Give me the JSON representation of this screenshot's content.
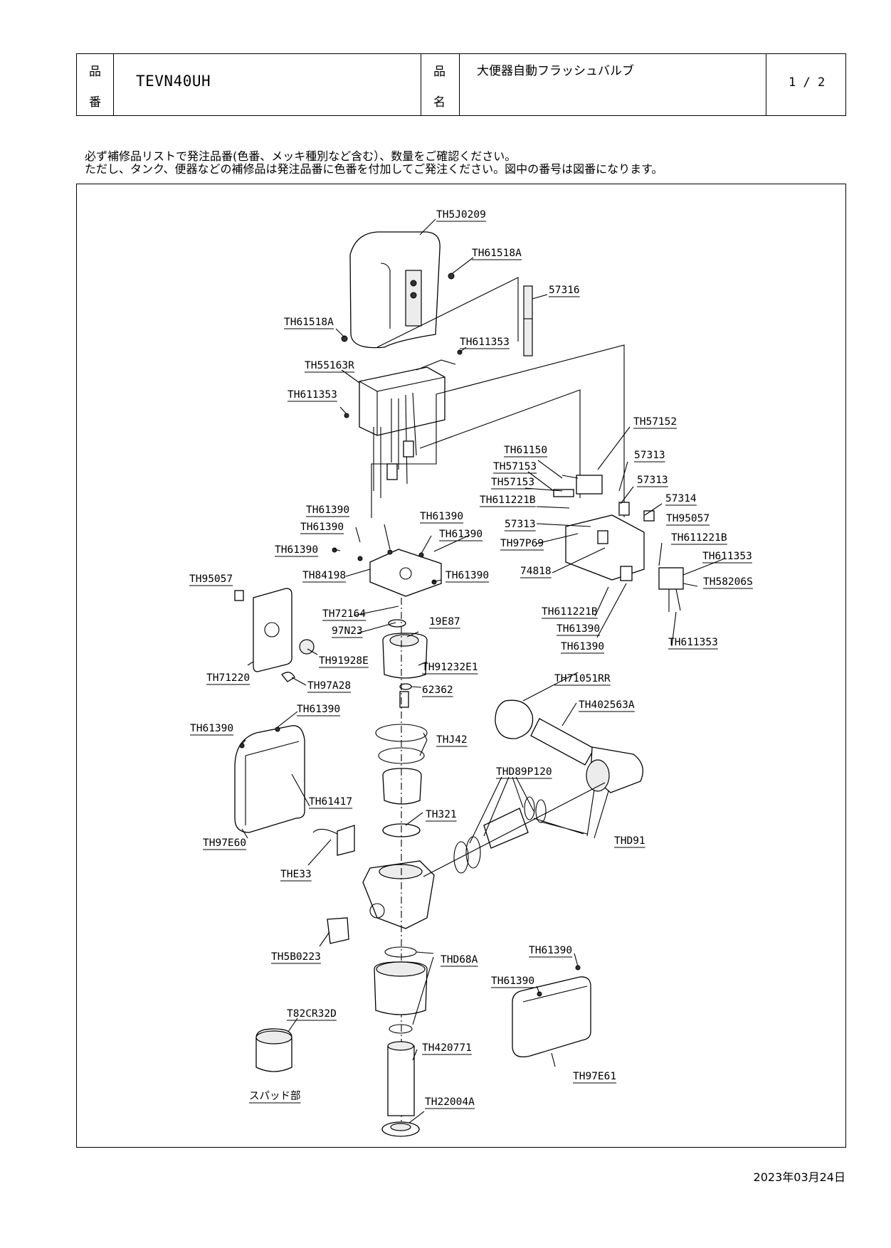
{
  "header": {
    "hinban_label": [
      "品",
      "番"
    ],
    "part_number": "TEVN40UH",
    "hinmei_label": [
      "品",
      "名"
    ],
    "product_name": "大便器自動フラッシュバルブ",
    "page": "1 / 2"
  },
  "notes": [
    "必ず補修品リストで発注品番(色番、メッキ種別など含む）、数量をご確認ください。",
    "ただし、タンク、便器などの補修品は発注品番に色番を付加してご発注ください。図中の番号は図番になります。"
  ],
  "labels": {
    "l1": "TH5J0209",
    "l2": "TH61518A",
    "l3": "57316",
    "l4": "TH61518A",
    "l5": "TH611353",
    "l6": "TH55163R",
    "l7": "TH611353",
    "l8": "TH57152",
    "l9": "TH61150",
    "l10": "TH57153",
    "l11": "57313",
    "l12": "TH57153",
    "l13": "57313",
    "l14": "TH611221B",
    "l15": "57314",
    "l16": "57313",
    "l17": "TH95057",
    "l18": "TH97P69",
    "l19": "TH611221B",
    "l20": "TH611353",
    "l21": "74818",
    "l22": "TH58206S",
    "l23": "TH611221B",
    "l24": "TH61390",
    "l25": "TH61390",
    "l26": "TH611353",
    "l27": "TH61390",
    "l28": "TH61390",
    "l29": "TH61390",
    "l30": "TH61390",
    "l31": "TH61390",
    "l32": "TH84198",
    "l33": "TH61390",
    "l34": "TH95057",
    "l35": "TH72164",
    "l36": "97N23",
    "l37": "19E87",
    "l38": "TH91928E",
    "l39": "TH91232E1",
    "l40": "TH71220",
    "l41": "TH97A28",
    "l42": "62362",
    "l43": "TH71051RR",
    "l44": "TH61390",
    "l45": "TH61390",
    "l46": "TH402563A",
    "l47": "THJ42",
    "l48": "THD89P120",
    "l49": "TH61417",
    "l50": "TH321",
    "l51": "TH97E60",
    "l52": "THD91",
    "l53": "THE33",
    "l54": "TH5B0223",
    "l55": "THD68A",
    "l56": "TH61390",
    "l57": "TH61390",
    "l58": "T82CR32D",
    "l59": "TH420771",
    "l60": "TH97E61",
    "l61": "スパッド部",
    "l62": "TH22004A"
  },
  "date": "2023年03月24日"
}
